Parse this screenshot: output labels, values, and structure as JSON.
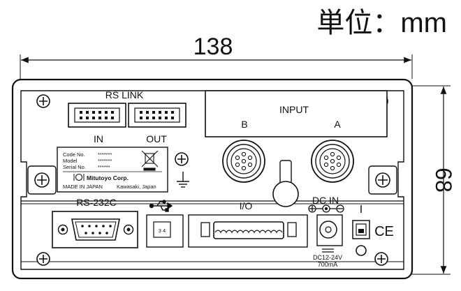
{
  "unit_label": "単位：mm",
  "dimensions": {
    "width": "138",
    "height": "68"
  },
  "panel": {
    "rs_link": {
      "title": "RS LINK",
      "in": "IN",
      "out": "OUT"
    },
    "input": {
      "title": "INPUT",
      "channel_b": "B",
      "channel_a": "A"
    },
    "nameplate": {
      "code_label": "Code No.",
      "code_value": "*******",
      "model_label": "Model",
      "model_value": "*******",
      "serial_label": "Serial No.",
      "serial_value": "******",
      "brand": "Mitutoyo Corp.",
      "made_in": "MADE IN JAPAN",
      "location": "Kawasaki, Japan"
    },
    "rs232c": "RS-232C",
    "io": "I/O",
    "dc_in": "DC IN",
    "power_spec_1": "DC12-24V",
    "power_spec_2": "700mA",
    "power_switch": "I",
    "dip_labels": "3 4",
    "ce_mark": "CE"
  }
}
